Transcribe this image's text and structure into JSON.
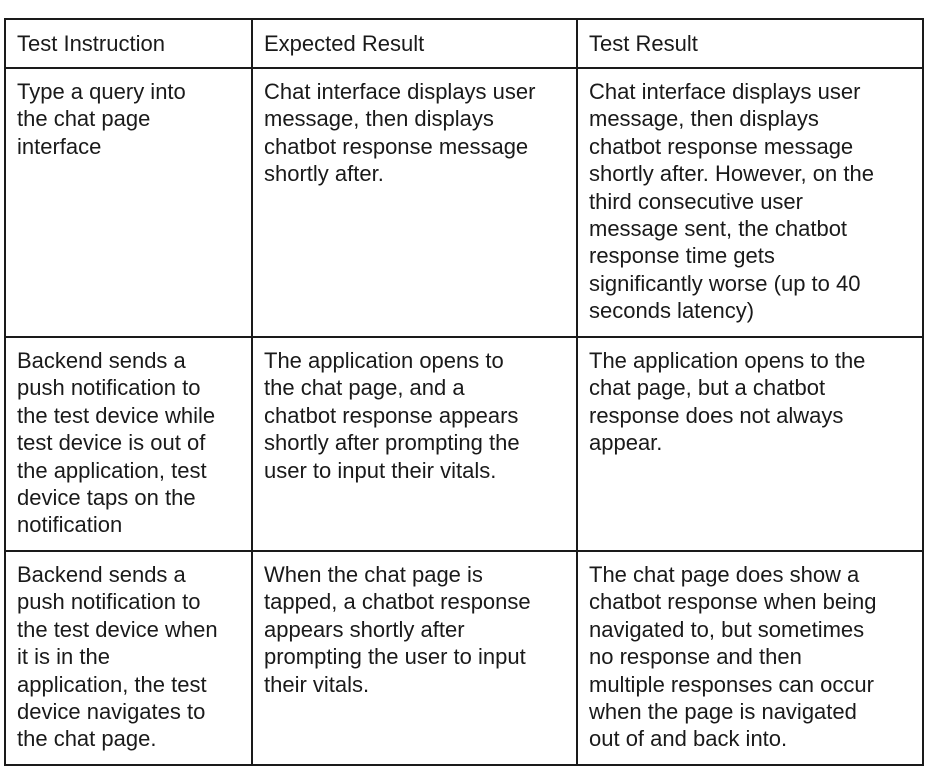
{
  "table": {
    "headers": [
      "Test Instruction",
      "Expected Result",
      "Test Result"
    ],
    "rows": [
      {
        "instruction": "Type a query into\nthe chat page\ninterface",
        "expected": "Chat interface displays user\nmessage, then displays\nchatbot response message\nshortly after.",
        "result": "Chat interface displays user\nmessage, then displays\nchatbot response message\nshortly after. However, on the\nthird consecutive user\nmessage sent, the chatbot\nresponse time gets\nsignificantly worse (up to 40\nseconds latency)"
      },
      {
        "instruction": "Backend sends a\npush notification to\nthe test device while\ntest device is out of\nthe application, test\ndevice taps on the\nnotification",
        "expected": "The application opens to\nthe chat page, and a\nchatbot response appears\nshortly after prompting the\nuser to input their vitals.",
        "result": "The application opens to the\nchat page, but a chatbot\nresponse does not always\nappear."
      },
      {
        "instruction": "Backend sends a\npush notification to\nthe test device when\nit is in the\napplication, the test\ndevice navigates to\nthe chat page.",
        "expected": "When the chat page is\ntapped, a chatbot response\nappears shortly after\nprompting the user to input\ntheir vitals.",
        "result": "The chat page does show a\nchatbot response when being\nnavigated to, but sometimes\nno response and then\nmultiple responses can occur\nwhen the page is navigated\nout of and back into."
      }
    ]
  }
}
